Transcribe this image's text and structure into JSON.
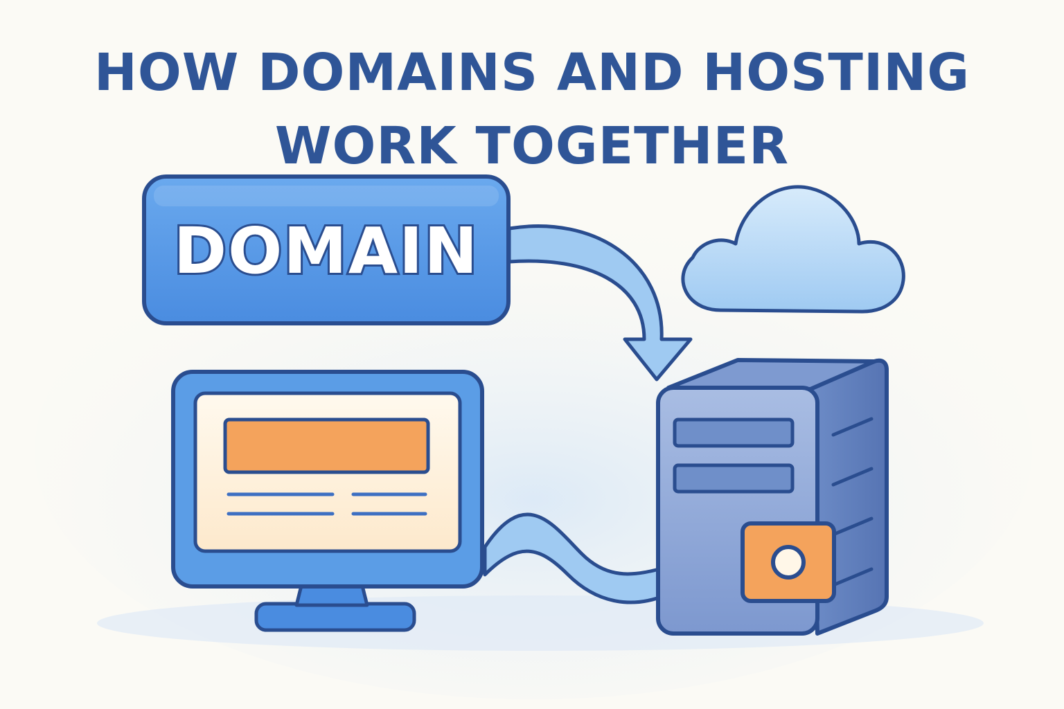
{
  "title": {
    "line1": "HOW DOMAINS AND HOSTING",
    "line2": "WORK TOGETHER"
  },
  "domain_box": {
    "label": "DOMAIN"
  },
  "icons": [
    "domain-box",
    "arrow-icon",
    "cloud-icon",
    "monitor-icon",
    "server-icon",
    "cable-icon"
  ],
  "colors": {
    "title": "#2f5597",
    "outline": "#2a4d8f",
    "blue_fill": "#5b9de6",
    "light_blue": "#a9d0f5",
    "orange": "#f4a35c",
    "server": "#6f8fc9",
    "background": "#fbfaf5"
  }
}
